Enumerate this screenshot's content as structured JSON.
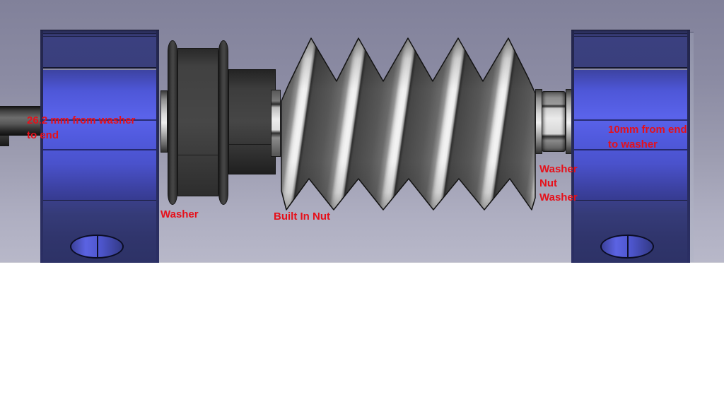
{
  "annotations": {
    "left_measure_line1": "26.2 mm from washer",
    "left_measure_line2": "to end",
    "left_washer": "Washer",
    "built_in_nut": "Built In Nut",
    "right_stack_line1": "Washer",
    "right_stack_line2": "Nut",
    "right_stack_line3": "Washer",
    "right_measure_line1": "10mm from end",
    "right_measure_line2": "to washer"
  },
  "colors": {
    "annotation_red": "#e6101a",
    "background_top": "#81819a",
    "background_bottom": "#b8b8c9",
    "bracket_navy": "#3a3f7c",
    "bracket_blue": "#5a63ea",
    "bracket_base": "#2f346a",
    "metal_dark": "#3d3d3d",
    "metal_bright": "#f3f3f3",
    "canvas_white": "#ffffff"
  }
}
